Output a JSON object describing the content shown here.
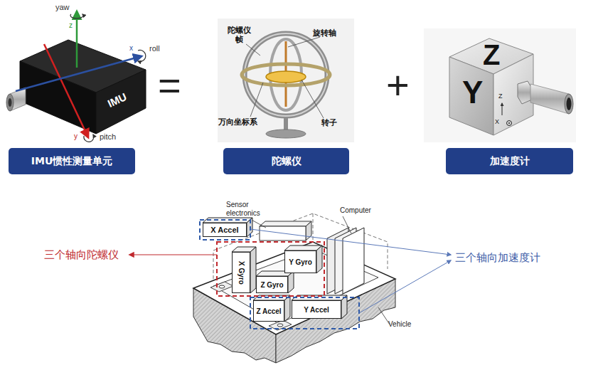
{
  "diagram": {
    "nodes": [
      {
        "text": [
          "IMU惯性测量单元"
        ]
      },
      {
        "text": [
          "陀螺仪"
        ]
      },
      {
        "text": [
          "加速度计"
        ]
      },
      {
        "text": [
          "X Accel"
        ]
      },
      {
        "text": [
          "X Gyro"
        ]
      },
      {
        "text": [
          "Y Gyro"
        ]
      },
      {
        "text": [
          "Z Gyro"
        ]
      },
      {
        "text": [
          "Z Accel"
        ]
      },
      {
        "text": [
          "Y Accel"
        ]
      }
    ],
    "labels": [
      "yaw",
      "z",
      "roll",
      "x",
      "y",
      "pitch",
      "IMU",
      "=",
      "陀螺仪 帧",
      "旋转轴",
      "万向坐标系",
      "转子",
      "+",
      "Z",
      "Y",
      "Z",
      "X",
      "Sensor electronics",
      "Computer",
      "Vehicle",
      "三个轴向陀螺仪",
      "三个轴向加速度计"
    ]
  }
}
